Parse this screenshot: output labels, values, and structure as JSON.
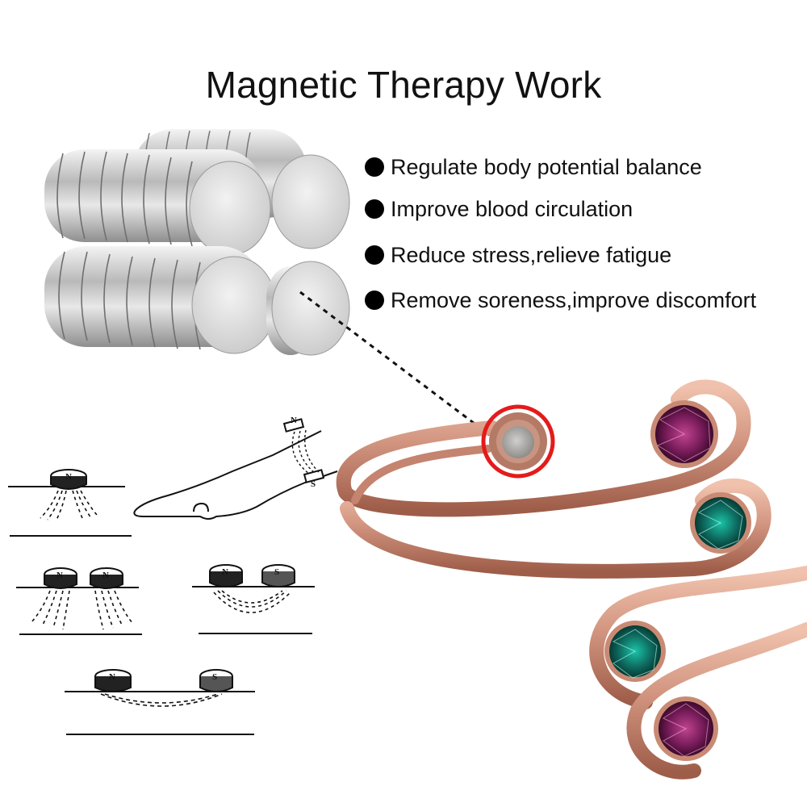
{
  "title": "Magnetic Therapy Work",
  "benefits": [
    {
      "text": "Regulate body potential balance",
      "icon": "bullet-dot"
    },
    {
      "text": "Improve blood circulation",
      "icon": "bullet-dot"
    },
    {
      "text": "Reduce stress,relieve fatigue",
      "icon": "bullet-dot"
    },
    {
      "text": "Remove soreness,improve discomfort",
      "icon": "bullet-dot"
    }
  ],
  "diagram_labels": {
    "north": "N",
    "south": "S"
  },
  "colors": {
    "copper": "#d49a84",
    "copper_dark": "#a8634e",
    "highlight_ring": "#e41b1b",
    "amethyst": "#7a1d5c",
    "emerald": "#0f6e63",
    "silver": "#d8d8d8"
  }
}
